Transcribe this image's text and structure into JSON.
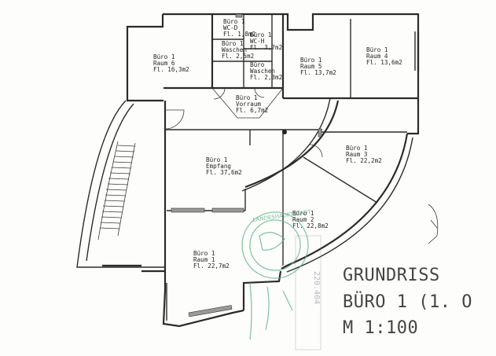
{
  "rooms": {
    "wc_d": [
      "Büro 1",
      "WC-D",
      "Fl. 1,8m2"
    ],
    "wc_h": [
      "Büro 1",
      "WC-H",
      "Fl. 3,7m2"
    ],
    "waschen_left": [
      "Büro 1",
      "Waschen",
      "Fl. 2,5m2"
    ],
    "waschen_right": [
      "Büro",
      "Waschen",
      "Fl. 2,3m2"
    ],
    "raum6": [
      "Büro 1",
      "Raum 6",
      "Fl. 16,3m2"
    ],
    "raum5": [
      "Büro 1",
      "Raum 5",
      "Fl. 13,7m2"
    ],
    "raum4": [
      "Büro 1",
      "Raum 4",
      "Fl. 13,6m2"
    ],
    "vorraum": [
      "Büro 1",
      "Vorraum",
      "Fl. 6,7m2"
    ],
    "raum3": [
      "Büro 1",
      "Raum 3",
      "Fl. 22,2m2"
    ],
    "empfang": [
      "Büro 1",
      "Empfang",
      "Fl. 37,6m2"
    ],
    "raum2": [
      "Büro 1",
      "Raum 2",
      "Fl. 22,8m2"
    ],
    "raum1": [
      "Büro 1",
      "Raum 1",
      "Fl. 22,7m2"
    ]
  },
  "title": {
    "line1": "GRUNDRISS",
    "line2": "BÜRO 1 (1. O",
    "line3": "M 1:100"
  },
  "stamp": {
    "arc_text": "LANDESHAUPTSTADT",
    "number": "220.404"
  },
  "colors": {
    "wall": "#2b2b2b",
    "stamp_green": "#5fb28c",
    "title_gray": "#444444"
  }
}
